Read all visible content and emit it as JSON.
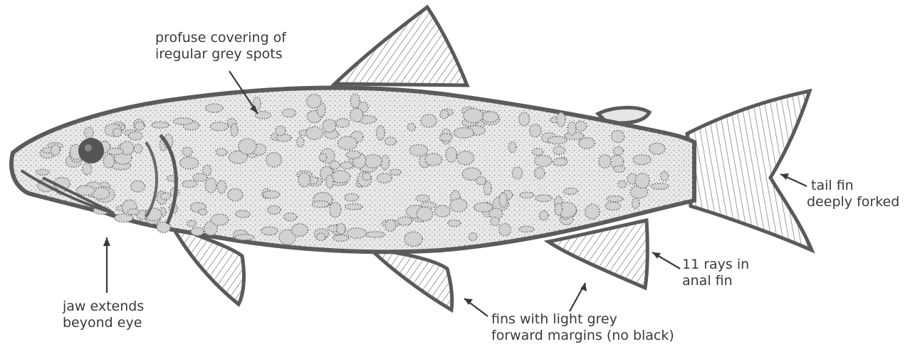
{
  "annotations": {
    "spots": [
      "profuse covering of",
      "iregular grey spots"
    ],
    "tail": [
      "tail fin",
      "deeply forked"
    ],
    "rays": [
      "11 rays in",
      "anal fin"
    ],
    "fins": [
      "fins with light grey",
      "forward margins (no black)"
    ],
    "jaw": [
      "jaw extends",
      "beyond eye"
    ]
  },
  "colors": {
    "outline": "#5a5a5a",
    "body_fill": "#e9e9e9",
    "spot": "#d2d2d2",
    "stipple": "#7a7a7a",
    "text": "#3a3a3a",
    "arrow": "#3a3a3a"
  }
}
